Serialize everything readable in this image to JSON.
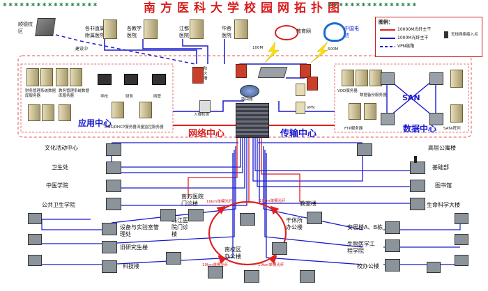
{
  "title": "南方医科大学校园网拓扑图",
  "legend": {
    "title": "图例：",
    "items": [
      {
        "label": "10000M光纤主干",
        "color": "#e02020"
      },
      {
        "label": "1000M光纤主干",
        "color": "#1a1ad0"
      },
      {
        "label": "VPN链路",
        "color": "#1a1ad0",
        "dashed": true
      }
    ],
    "wireless": "无线网络接入点"
  },
  "zones": {
    "app_center": "应用中心",
    "net_center": "网络中心",
    "transfer_center": "传输中心",
    "data_center": "数据中心",
    "san": "SAN"
  },
  "top_sites": [
    {
      "label": "顺德校区"
    },
    {
      "label": "各非直属附属医院"
    },
    {
      "label": "各教学医院"
    },
    {
      "label": "江都医院"
    },
    {
      "label": "华蓉医院"
    }
  ],
  "isps": {
    "edu": "教育网",
    "telecom": "中国电信",
    "building": "建设中"
  },
  "link_labels": {
    "edu_bw": "100M",
    "tel_bw": "500M"
  },
  "left_buildings": [
    "文化活动中心",
    "卫生处",
    "中医学院",
    "公共卫生学院"
  ],
  "right_buildings": [
    "高层公寓楼",
    "基础部",
    "图书馆",
    "生命科学大楼"
  ],
  "lower_left": [
    "设备与实验室管理处",
    "旧研究生楼",
    "科技楼"
  ],
  "lower_center": [
    "南方医院门诊楼",
    "珠江医院门诊楼",
    "南校区办公楼",
    "干休所办公楼",
    "教室楼"
  ],
  "lower_right": [
    "安居楼A、B栋",
    "生物医学工程学院",
    "校办公楼"
  ],
  "ring_labels": [
    "10km单模光纤",
    "10km单模光纤",
    "10km单模光纤",
    "10km单模光纤"
  ],
  "small_labels": {
    "app_servers": [
      "财务管理系统数据库服务器",
      "教务管理系统数据库服务器"
    ],
    "app_mid": [
      "学校",
      "财务",
      "网管"
    ],
    "app_bottom": [
      "DNS/DHCP服务器",
      "流量监控服务器"
    ],
    "fw": "防火墙",
    "router": "路由器",
    "ids": "入侵检测",
    "vpn": "VPN",
    "data_right": [
      "FTP服务器",
      "SATA阵列"
    ],
    "data_top": [
      "VOD服务器",
      "数据备份服务器"
    ]
  }
}
